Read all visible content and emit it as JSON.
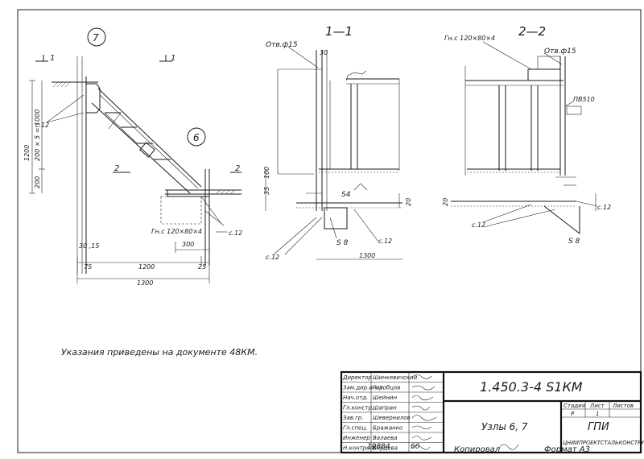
{
  "drawing": {
    "section_1": "1—1",
    "section_2": "2—2",
    "node_7": "7",
    "node_6": "6",
    "cut_marks": {
      "c1_left": "1",
      "c1_right": "1",
      "c2_left": "2",
      "c2_right": "2"
    },
    "labels": {
      "otv_left": "Отв.ф15",
      "otv_right": "Отв.ф15",
      "gn_top": "Гн.с 120×80×4",
      "gn_bottom": "Гн.с 120×80×4",
      "pv": "ПВ510",
      "s4": "S4",
      "s8_a": "S 8",
      "s8_b": "S 8",
      "c12": [
        "с.12",
        "с.12",
        "с.12",
        "с.12",
        "с.12",
        "с.12"
      ]
    },
    "dimensions": {
      "d1200_v": "1200",
      "d200x5": "200 × 5 = 1000",
      "d200": "200",
      "d30_top": "30",
      "d100": "100",
      "d30_15": "30 ,15",
      "d300": "300",
      "d75": "75",
      "d1200_h": "1200",
      "d25": "25",
      "d1300": "1300",
      "d35": "35",
      "d20_a": "20",
      "d20_b": "20",
      "d1300_mid": "1300"
    }
  },
  "note": "Указания приведены на документе 48КМ.",
  "title_block": {
    "designation": "1.450.3-4 S1КМ",
    "title": "Узлы 6, 7",
    "stage_header": "Стадия",
    "sheet_header": "Лист",
    "sheets_header": "Листов",
    "stage_value": "Р",
    "sheet_value": "1",
    "org_short": "ГПИ",
    "org_full": "ЦНИИПРОЕКТСТАЛЬКОНСТРУКЦИЯ",
    "roles": [
      {
        "role": "Директор",
        "name": "Шинкевичский"
      },
      {
        "role": "Зам.дир.инст.",
        "name": "Горобцов"
      },
      {
        "role": "Нач.отд.",
        "name": "Шейнин"
      },
      {
        "role": "Гл.констр.",
        "name": "Шапран"
      },
      {
        "role": "Зав.гр.",
        "name": "Шевернилов"
      },
      {
        "role": "Гл.спец.",
        "name": "Бражанко"
      },
      {
        "role": "Инженер",
        "name": "Валаева"
      },
      {
        "role": "Н.контроль",
        "name": "Бордева"
      }
    ]
  },
  "footer": {
    "code": "19884",
    "page": "60",
    "copied": "Копировал",
    "format": "Формат А3"
  }
}
